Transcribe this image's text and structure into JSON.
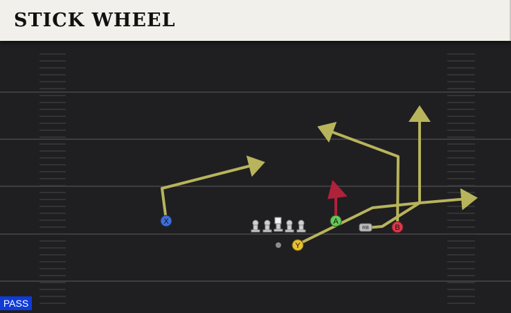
{
  "play": {
    "title": "STICK WHEEL"
  },
  "badge": {
    "label": "PASS"
  },
  "players": {
    "x": "X",
    "a": "A",
    "y": "Y",
    "b": "B",
    "rb": "RB"
  },
  "colors": {
    "route": "#b7b45c",
    "block": "#b0223a",
    "x_player": "#3d6fd6",
    "a_player": "#63c95a",
    "y_player": "#e8c12f",
    "b_player": "#d8394a",
    "field": "#1f1f21",
    "yard_line": "#3e3e40",
    "badge": "#0f3bd8"
  }
}
